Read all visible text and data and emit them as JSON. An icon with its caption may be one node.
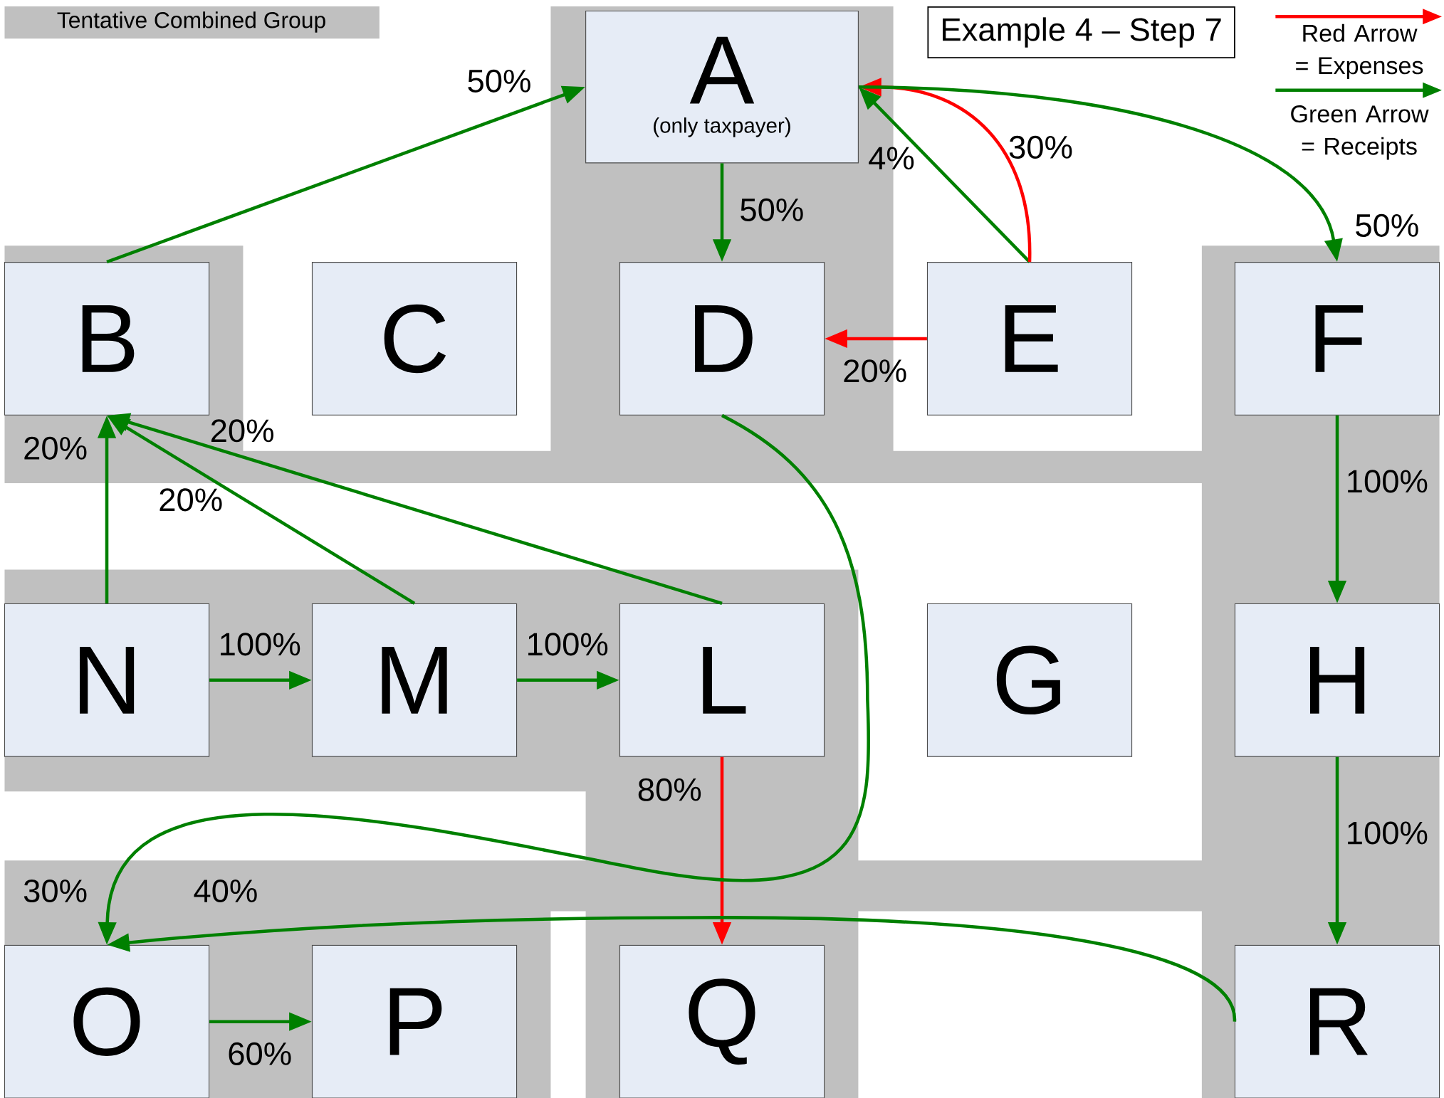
{
  "diagram": {
    "title": "Example 4 – Step 7",
    "nodes": [
      {
        "text": [
          "A",
          "(only taxpayer)"
        ]
      },
      {
        "text": [
          "B"
        ]
      },
      {
        "text": [
          "C"
        ]
      },
      {
        "text": [
          "D"
        ]
      },
      {
        "text": [
          "E"
        ]
      },
      {
        "text": [
          "F"
        ]
      },
      {
        "text": [
          "N"
        ]
      },
      {
        "text": [
          "M"
        ]
      },
      {
        "text": [
          "L"
        ]
      },
      {
        "text": [
          "G"
        ]
      },
      {
        "text": [
          "H"
        ]
      },
      {
        "text": [
          "O"
        ]
      },
      {
        "text": [
          "P"
        ]
      },
      {
        "text": [
          "Q"
        ]
      },
      {
        "text": [
          "R"
        ]
      }
    ],
    "edges": [
      {
        "from": 1,
        "to": 0,
        "arrow": "to",
        "label": "50%"
      },
      {
        "from": 0,
        "to": 3,
        "arrow": "to",
        "label": "50%"
      },
      {
        "from": 4,
        "to": 0,
        "arrow": "to",
        "label": "4%"
      },
      {
        "from": 4,
        "to": 0,
        "arrow": "to",
        "label": "30%",
        "color": "#ff0000"
      },
      {
        "from": 0,
        "to": 5,
        "arrow": "to",
        "label": "50%"
      },
      {
        "from": 4,
        "to": 3,
        "arrow": "to",
        "label": "20%",
        "color": "#ff0000"
      },
      {
        "from": 5,
        "to": 10,
        "arrow": "to",
        "label": "100%"
      },
      {
        "from": 10,
        "to": 14,
        "arrow": "to",
        "label": "100%"
      },
      {
        "from": 6,
        "to": 1,
        "arrow": "to",
        "label": "20%"
      },
      {
        "from": 7,
        "to": 1,
        "arrow": "to",
        "label": "20%"
      },
      {
        "from": 8,
        "to": 1,
        "arrow": "to",
        "label": "20%"
      },
      {
        "from": 6,
        "to": 7,
        "arrow": "to",
        "label": "100%"
      },
      {
        "from": 7,
        "to": 8,
        "arrow": "to",
        "label": "100%"
      },
      {
        "from": 8,
        "to": 13,
        "arrow": "to",
        "label": "80%",
        "color": "#ff0000"
      },
      {
        "from": 3,
        "to": 11,
        "arrow": "to",
        "label": "30%"
      },
      {
        "from": 14,
        "to": 11,
        "arrow": "to",
        "label": "40%"
      },
      {
        "from": 11,
        "to": 12,
        "arrow": "to",
        "label": "60%"
      }
    ],
    "legend": [
      {
        "text": "Tentative Combined Group",
        "color": "#c0c0c0"
      },
      {
        "text": "Red Arrow = Expenses"
      },
      {
        "text": "Green Arrow = Receipts"
      }
    ]
  }
}
